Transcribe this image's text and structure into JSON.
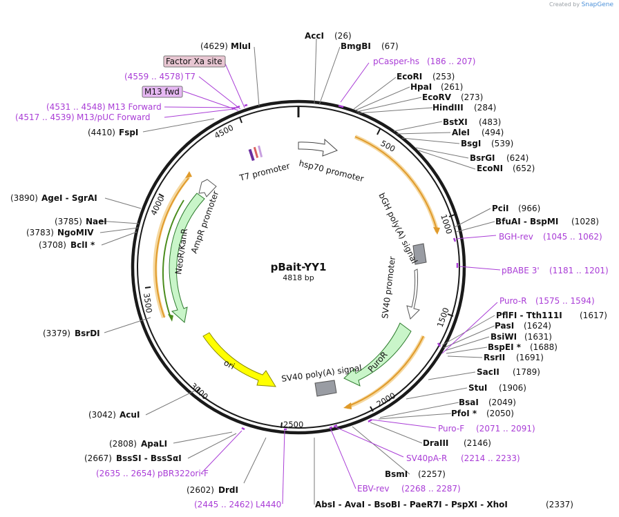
{
  "watermark": {
    "created_by": "Created by",
    "brand": "SnapGene"
  },
  "plasmid": {
    "name": "pBait-YY1",
    "length_label": "4818 bp",
    "length": 4818
  },
  "ticks": [
    "500",
    "1000",
    "1500",
    "2000",
    "2500",
    "3000",
    "3500",
    "4000",
    "4500"
  ],
  "sites": [
    {
      "name": "AccI",
      "pos": "(26)"
    },
    {
      "name": "BmgBI",
      "pos": "(67)"
    },
    {
      "name": "EcoRI",
      "pos": "(253)"
    },
    {
      "name": "HpaI",
      "pos": "(261)"
    },
    {
      "name": "EcoRV",
      "pos": "(273)"
    },
    {
      "name": "HindIII",
      "pos": "(284)"
    },
    {
      "name": "BstXI",
      "pos": "(483)"
    },
    {
      "name": "AleI",
      "pos": "(494)"
    },
    {
      "name": "BsgI",
      "pos": "(539)"
    },
    {
      "name": "BsrGI",
      "pos": "(624)"
    },
    {
      "name": "EcoNI",
      "pos": "(652)"
    },
    {
      "name": "PciI",
      "pos": "(966)"
    },
    {
      "name": "BfuAI  -  BspMI",
      "pos": "(1028)"
    },
    {
      "name": "PflFI  -  Tth111I",
      "pos": "(1617)"
    },
    {
      "name": "PasI",
      "pos": "(1624)"
    },
    {
      "name": "BsiWI",
      "pos": "(1631)"
    },
    {
      "name": "BspEI *",
      "pos": "(1688)"
    },
    {
      "name": "RsrII",
      "pos": "(1691)"
    },
    {
      "name": "SacII",
      "pos": "(1789)"
    },
    {
      "name": "StuI",
      "pos": "(1906)"
    },
    {
      "name": "BsaI",
      "pos": "(2049)"
    },
    {
      "name": "PfoI *",
      "pos": "(2050)"
    },
    {
      "name": "DraIII",
      "pos": "(2146)"
    },
    {
      "name": "BsmI",
      "pos": "(2257)"
    },
    {
      "name": "AbsI  -  AvaI  -  BsoBI  -  PaeR7I  -  PspXI  -  XhoI",
      "pos": "(2337)"
    },
    {
      "name": "DrdI",
      "pos": "(2602)"
    },
    {
      "name": "BssSI  -  BssSαI",
      "pos": "(2667)"
    },
    {
      "name": "ApaLI",
      "pos": "(2808)"
    },
    {
      "name": "AcuI",
      "pos": "(3042)"
    },
    {
      "name": "BsrDI",
      "pos": "(3379)"
    },
    {
      "name": "BclI *",
      "pos": "(3708)"
    },
    {
      "name": "NgoMIV",
      "pos": "(3783)"
    },
    {
      "name": "NaeI",
      "pos": "(3785)"
    },
    {
      "name": "AgeI  -  SgrAI",
      "pos": "(3890)"
    },
    {
      "name": "FspI",
      "pos": "(4410)"
    },
    {
      "name": "MluI",
      "pos": "(4629)"
    }
  ],
  "primers": [
    {
      "name": "pCasper-hs",
      "range": "(186 .. 207)"
    },
    {
      "name": "BGH-rev",
      "range": "(1045 .. 1062)"
    },
    {
      "name": "pBABE 3'",
      "range": "(1181 .. 1201)"
    },
    {
      "name": "Puro-R",
      "range": "(1575 .. 1594)"
    },
    {
      "name": "Puro-F",
      "range": "(2071 .. 2091)"
    },
    {
      "name": "SV40pA-R",
      "range": "(2214 .. 2233)"
    },
    {
      "name": "EBV-rev",
      "range": "(2268 .. 2287)"
    },
    {
      "name": "L4440",
      "range": "(2445 .. 2462)"
    },
    {
      "name": "pBR322ori-F",
      "range": "(2635 .. 2654)"
    },
    {
      "name": "M13/pUC Forward",
      "range": "(4517 .. 4539)"
    },
    {
      "name": "M13 Forward",
      "range": "(4531 .. 4548)"
    },
    {
      "name": "T7",
      "range": "(4559 .. 4578)"
    }
  ],
  "boxed_features": [
    {
      "name": "Factor Xa site"
    },
    {
      "name": "M13 fwd"
    }
  ],
  "features": [
    {
      "name": "hsp70 promoter"
    },
    {
      "name": "T7 promoter"
    },
    {
      "name": "bGH poly(A) signal"
    },
    {
      "name": "SV40 promoter"
    },
    {
      "name": "PuroR"
    },
    {
      "name": "SV40 poly(A) signal"
    },
    {
      "name": "ori"
    },
    {
      "name": "AmpR promoter"
    },
    {
      "name": "NeoR/KanR"
    }
  ],
  "colors": {
    "backbone": "#1a1a1a",
    "primer": "#a93cd6",
    "orf_orange": "#e8a33a",
    "orf_green": "#4a8c1c",
    "promoter_fill": "#ffffff",
    "resistance_fill": "#c9f5c9",
    "ori_fill": "#ffff00",
    "polyA_fill": "#999ca3",
    "factor_xa_fill": "#e8c6d2",
    "m13_fill": "#e6b8f3"
  }
}
